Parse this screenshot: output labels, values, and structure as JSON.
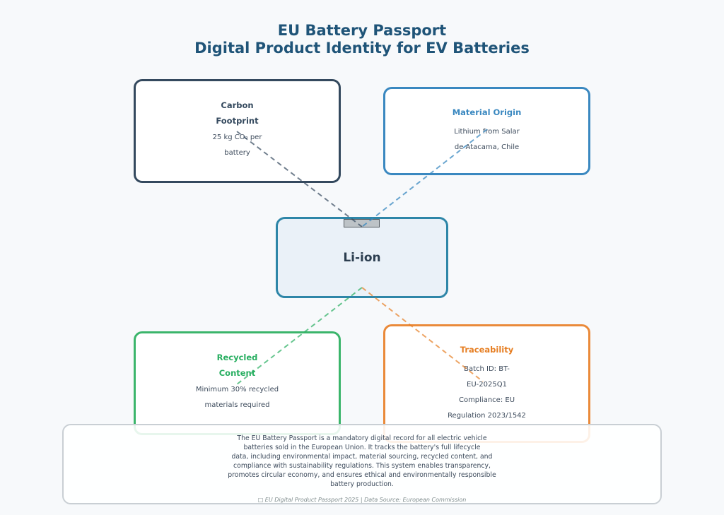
{
  "title": {
    "line1": "EU Battery Passport",
    "line2": "Digital Product Identity for EV Batteries"
  },
  "center": {
    "label": "Li-ion",
    "icon": "battery-icon"
  },
  "cards": {
    "carbon": {
      "title_line1": "Carbon",
      "title_line2": "Footprint",
      "body_line1": "25 kg CO₂ per",
      "body_line2": "battery",
      "color": "#34495e"
    },
    "material": {
      "title": "Material Origin",
      "body_line1": "Lithium from Salar",
      "body_line2": "de Atacama, Chile",
      "color": "#3a88c0"
    },
    "recycled": {
      "title_line1": "Recycled",
      "title_line2": "Content",
      "body_line1": "Minimum 30% recycled",
      "body_line2": "materials required",
      "color": "#27ae60"
    },
    "trace": {
      "title": "Traceability",
      "body_line1": "Batch ID: BT-",
      "body_line2": "EU-2025Q1",
      "body_line3": "Compliance: EU",
      "body_line4": "Regulation 2023/1542",
      "color": "#e67e22"
    }
  },
  "footer": {
    "lines": [
      "The EU Battery Passport is a mandatory digital record for all electric vehicle",
      "batteries sold in the European Union.  It tracks the battery's full lifecycle",
      "data, including environmental impact, material sourcing, recycled content,  and",
      "compliance with sustainability regulations. This system enables transparency,",
      "promotes circular economy,  and ensures ethical and environmentally responsible",
      "battery production."
    ],
    "source": "□ EU Digital Product Passport 2025 | Data Source: European Commission"
  }
}
